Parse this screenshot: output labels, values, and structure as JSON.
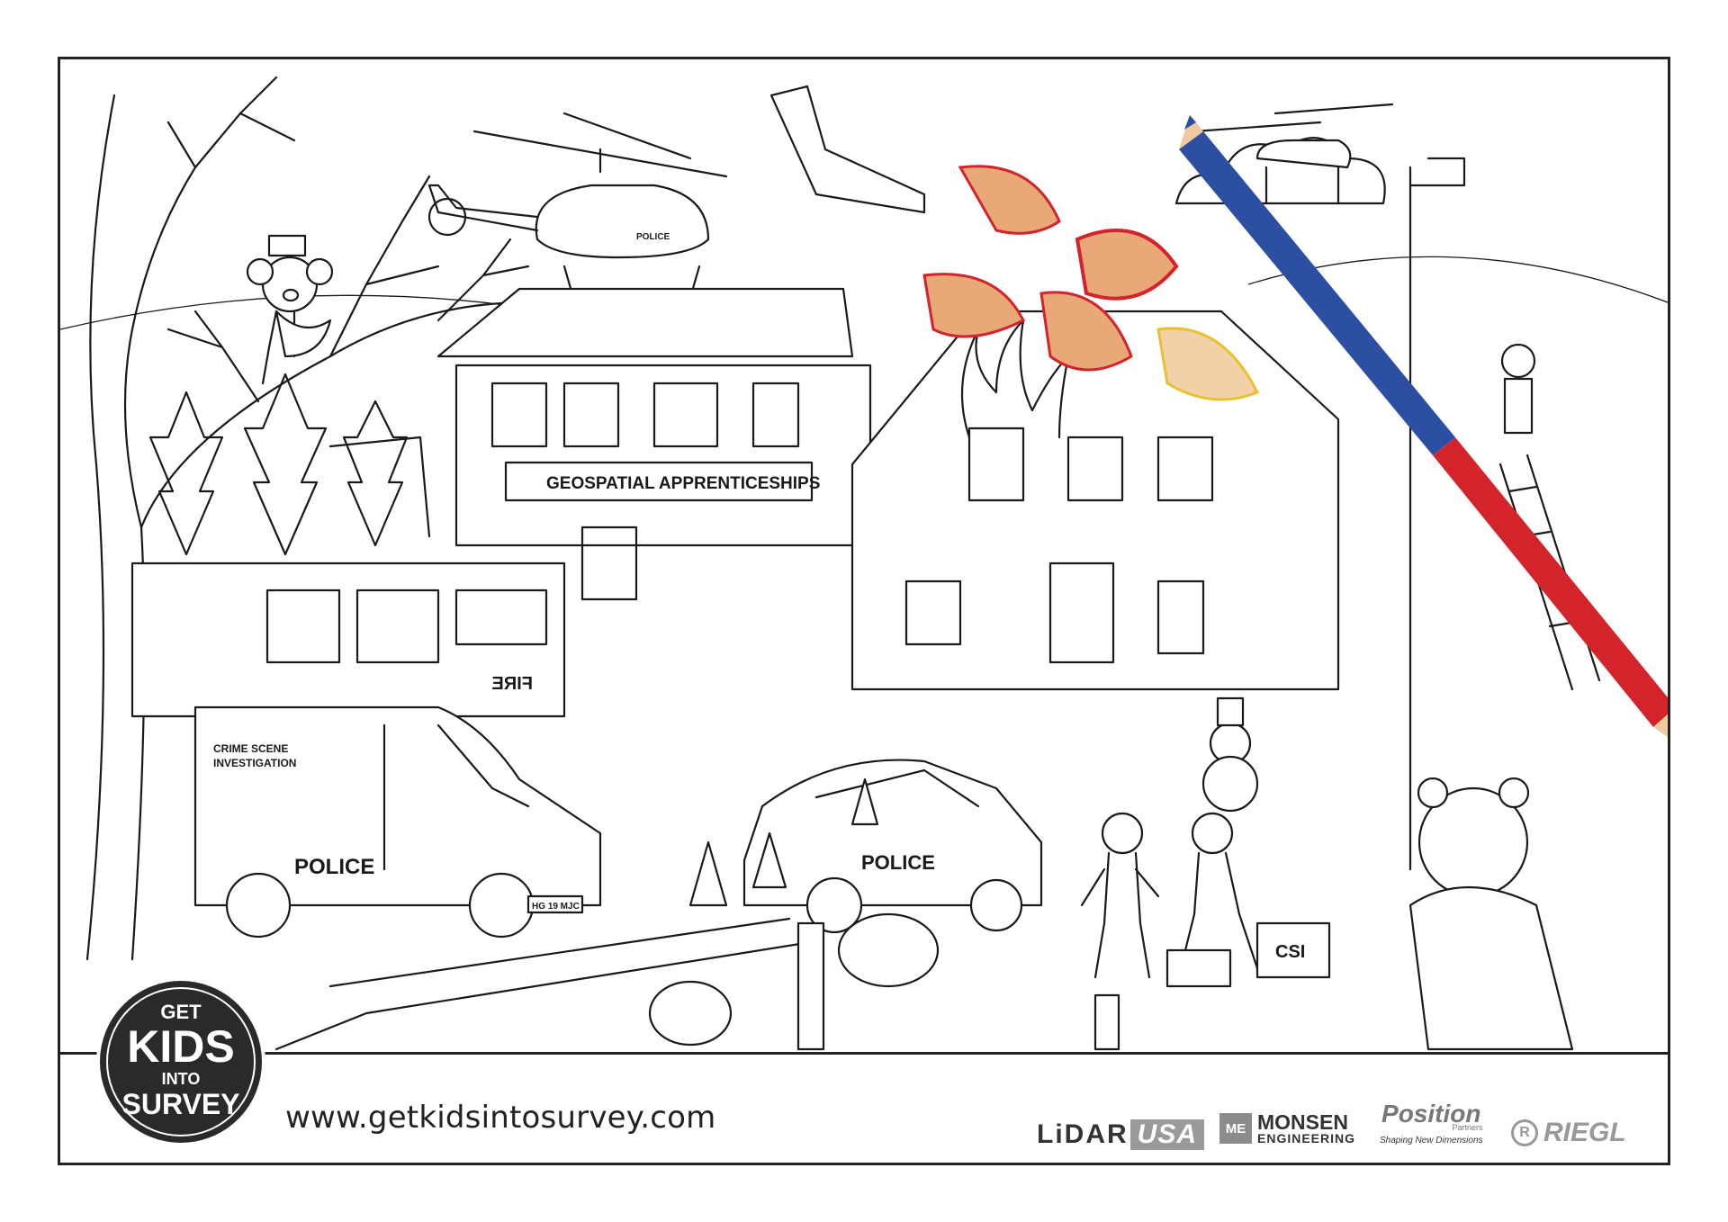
{
  "scene": {
    "sign_text": "GEOSPATIAL APPRENTICESHIPS",
    "van_side_text": [
      "CRIME SCENE",
      "INVESTIGATION"
    ],
    "van_police_text": "POLICE",
    "van_plate": "HG 19 MJC",
    "fire_engine_text": "FIRE",
    "police_car_text": "POLICE",
    "helicopter_text": "POLICE",
    "case_text": "CSI"
  },
  "footer": {
    "logo": {
      "get": "GET",
      "kids": "KIDS",
      "into": "INTO",
      "survey": "SURVEY"
    },
    "url": "www.getkidsintosurvey.com",
    "sponsors": {
      "lidar": {
        "main": "LiDAR",
        "usa": "USA"
      },
      "monsen": {
        "icon": "ME",
        "line1": "MONSEN",
        "line2": "ENGINEERING"
      },
      "position": {
        "main": "Position",
        "small": "Partners",
        "tagline": "Shaping New Dimensions"
      },
      "riegl": {
        "icon": "R",
        "main": "RIEGL"
      }
    }
  },
  "colors": {
    "pencil_blue": "#2d4fa3",
    "pencil_red": "#d3242b",
    "shavings": "#e8a878",
    "ink": "#1a1a1a"
  }
}
